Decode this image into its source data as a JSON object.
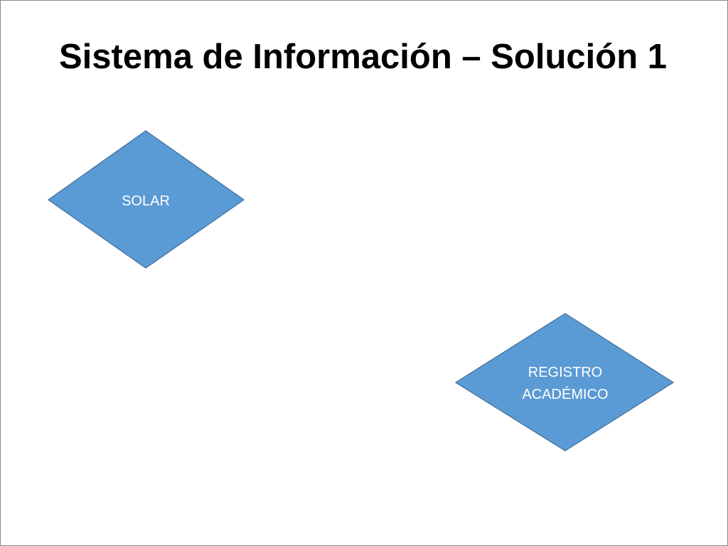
{
  "slide": {
    "caption": "",
    "title": "Sistema de Información – Solución 1"
  },
  "diagram": {
    "fill_color": "#5b9bd5",
    "stroke_color": "#41719c",
    "nodes": [
      {
        "shape": "diamond",
        "label_lines": [
          "SOLAR"
        ]
      },
      {
        "shape": "diamond",
        "label_lines": [
          "REGISTRO",
          "ACADÉMICO"
        ]
      }
    ]
  }
}
